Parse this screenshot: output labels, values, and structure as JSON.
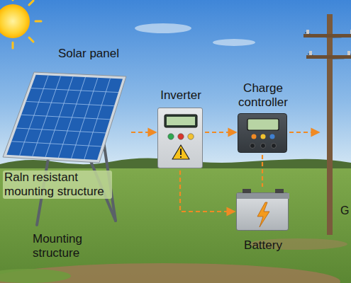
{
  "diagram": {
    "nodes": [
      {
        "text": [
          "Solar panel"
        ]
      },
      {
        "text": [
          "Inverter"
        ]
      },
      {
        "text": [
          "Charge controller"
        ]
      },
      {
        "text": [
          "G"
        ]
      },
      {
        "text": [
          "Battery"
        ]
      }
    ],
    "edges": [
      {
        "from": 0,
        "to": 1,
        "arrow": "to"
      },
      {
        "from": 1,
        "to": 2,
        "arrow": "to"
      },
      {
        "from": 2,
        "to": 3,
        "arrow": "to"
      },
      {
        "from": 1,
        "to": 4,
        "arrow": "to"
      },
      {
        "from": 2,
        "to": 4,
        "arrow": "none"
      }
    ],
    "labels": [
      "Raln resistant mounting structure",
      "Mounting structure"
    ]
  }
}
